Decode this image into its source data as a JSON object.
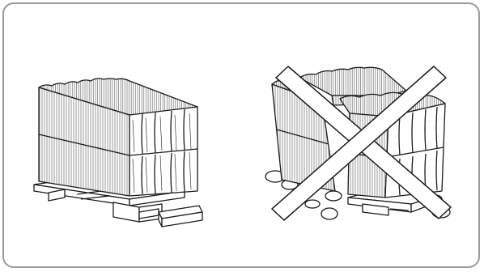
{
  "figure": {
    "panels": [
      {
        "id": "correct-storage",
        "label": "",
        "depicts": "pallet-stack-upright"
      },
      {
        "id": "incorrect-storage",
        "label": "",
        "depicts": "pallet-stack-collapsed",
        "mark": "cross"
      }
    ],
    "colors": {
      "frame": "#9a9a9a",
      "stroke": "#1a1a1a",
      "fill": "#ffffff",
      "side_shade": "#ececec"
    }
  }
}
